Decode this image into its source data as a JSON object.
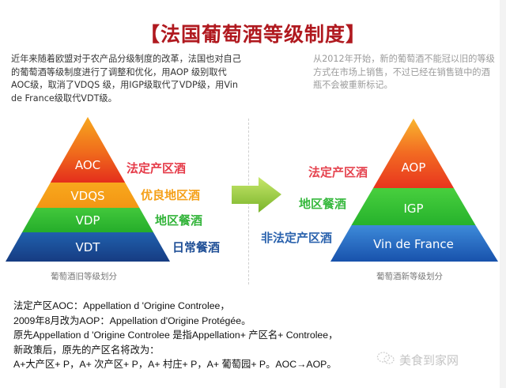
{
  "title": {
    "text": "【法国葡萄酒等级制度】",
    "color": "#b0191f"
  },
  "intro": {
    "left_text": "近年来随着欧盟对于农产品分级制度的改革，法国也对自己的葡萄酒等级制度进行了调整和优化，用AOP 级别取代AOC级，取消了VDQS 级，用IGP级取代了VDP级，用Vin de France级取代VDT级。",
    "right_text": "从2012年开始，新的葡萄酒不能冠以旧的等级方式在市场上销售，不过已经在销售链中的酒瓶不会被重新标记。"
  },
  "old_pyramid": {
    "caption": "葡萄酒旧等级划分",
    "tiers": [
      {
        "code": "AOC",
        "meaning": "法定产区酒",
        "fill_top": "#f6a21c",
        "fill_bottom": "#e6301d",
        "meaning_color": "#e53a48"
      },
      {
        "code": "VDQS",
        "meaning": "优良地区酒",
        "fill_top": "#f7a11a",
        "fill_bottom": "#f39a14",
        "meaning_color": "#f5a019"
      },
      {
        "code": "VDP",
        "meaning": "地区餐酒",
        "fill_top": "#3cc33a",
        "fill_bottom": "#28b02a",
        "meaning_color": "#33b43a"
      },
      {
        "code": "VDT",
        "meaning": "日常餐酒",
        "fill_top": "#1f5aa5",
        "fill_bottom": "#173f86",
        "meaning_color": "#1f4f96"
      }
    ]
  },
  "arrow": {
    "icon": "right-arrow-icon",
    "color_light": "#b6dc5a",
    "color_dark": "#7bb52c"
  },
  "new_pyramid": {
    "caption": "葡萄酒新等级划分",
    "tiers": [
      {
        "code": "AOP",
        "meaning": "法定产区酒",
        "fill_top": "#f8b22c",
        "fill_bottom": "#e8381e",
        "meaning_color": "#e5424e"
      },
      {
        "code": "IGP",
        "meaning": "地区餐酒",
        "fill_top": "#42cb3b",
        "fill_bottom": "#28b52e",
        "meaning_color": "#36b83d"
      },
      {
        "code": "Vin de France",
        "meaning": "非法定产区酒",
        "fill_top": "#3a86d6",
        "fill_bottom": "#1a56b0",
        "meaning_color": "#2a62ad"
      }
    ]
  },
  "notes": [
    "法定产区AOC：Appellation d  'Origine Controlee，",
    "2009年8月改为AOP：Appellation d'Origine Protégée。",
    "原先Appellation  d  'Origine  Controlee 是指Appellation+ 产区名+  Controlee，",
    "新政策后，原先的产区名将改为：",
    "A+大产区+ P，A+ 次产区+ P，A+ 村庄+ P，A+ 葡萄园+ P。AOC→AOP。"
  ],
  "watermark": {
    "icon": "wechat-icon",
    "text": "美食到家网"
  }
}
